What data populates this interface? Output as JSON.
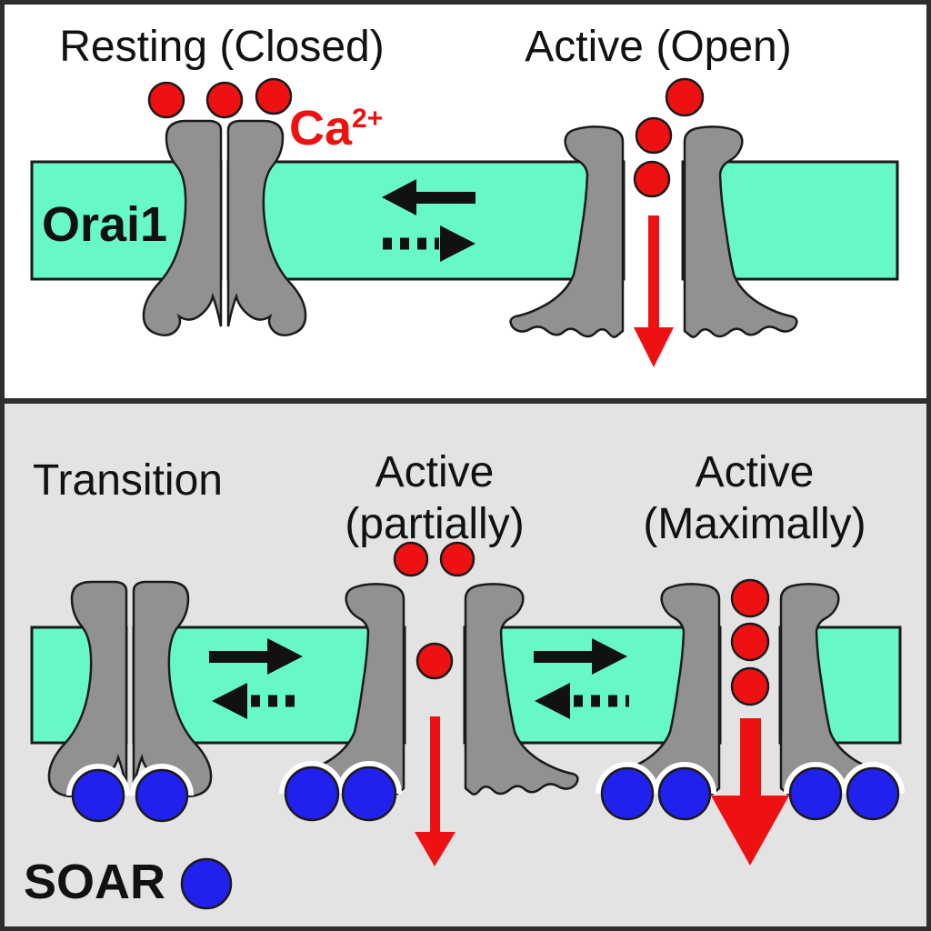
{
  "figure": {
    "description": "Orai1 channel gating states diagram",
    "top_panel": {
      "state_left_title": "Resting (Closed)",
      "state_right_title": "Active (Open)",
      "membrane_label": "Orai1",
      "calcium_label": {
        "base": "Ca",
        "superscript": "2+"
      }
    },
    "bottom_panel": {
      "state_left_title": "Transition",
      "state_middle_title_line1": "Active",
      "state_middle_title_line2": "(partially)",
      "state_right_title_line1": "Active",
      "state_right_title_line2": "(Maximally)",
      "legend_label": "SOAR"
    }
  },
  "colors": {
    "membrane": "#67F9C5",
    "channel": "#919191",
    "calcium": "#EE1111",
    "soar": "#2121EE",
    "panel_top_bg": "#FFFFFF",
    "panel_bottom_bg": "#E3E3E3",
    "frame": "#2E2E2E",
    "ink": "#111111"
  }
}
